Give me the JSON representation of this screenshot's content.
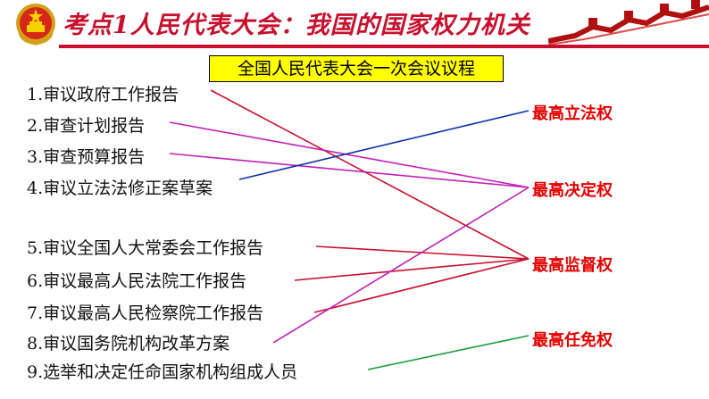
{
  "header": {
    "title": "考点1人民代表大会：我国的国家权力机关"
  },
  "agenda": {
    "title": "全国人民代表大会一次会议议程",
    "items": [
      "1.审议政府工作报告",
      "2.审查计划报告",
      "3.审查预算报告",
      "4.审议立法法修正案草案",
      "5.审议全国人大常委会工作报告",
      "6.审议最高人民法院工作报告",
      "7.审议最高人民检察院工作报告",
      "8.审议国务院机构改革方案",
      "9.选举和决定任命国家机构组成人员"
    ]
  },
  "powers": [
    "最高立法权",
    "最高决定权",
    "最高监督权",
    "最高任免权"
  ],
  "colors": {
    "red": "#c8102e",
    "blue": "#0b2ea8",
    "magenta": "#c21fb6",
    "green": "#1a9a3a",
    "highlight": "#ffff00"
  },
  "icons": [
    "national-emblem-icon",
    "great-wall-icon"
  ]
}
